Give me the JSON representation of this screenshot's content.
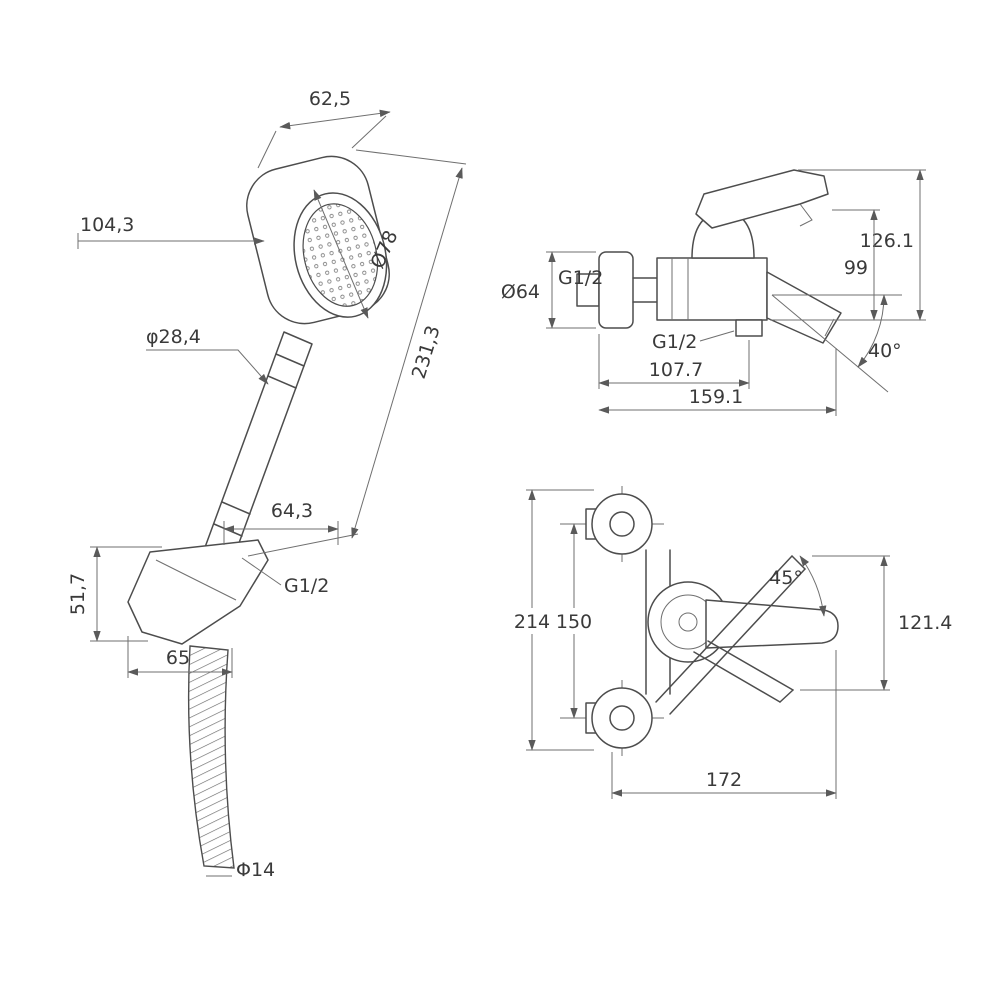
{
  "meta": {
    "background_color": "#ffffff",
    "outline_color": "#4d4d4d",
    "dimension_line_color": "#6f6f6f",
    "text_color": "#3a3a3a",
    "drawing_type": "bath-mixer-with-hand-shower-dimension-drawing"
  },
  "hand_shower_view": {
    "head_width": "62,5",
    "head_offset": "104,3",
    "face_diameter": "Ø78",
    "handle_diameter": "φ28,4",
    "shower_length": "231,3",
    "lower_length": "64,3",
    "thread": "G1/2",
    "bracket_height": "51,7",
    "bracket_width": "65",
    "hose_diameter": "Φ14"
  },
  "side_view": {
    "flange_diameter": "Ø64",
    "inlet_thread": "G1/2",
    "total_height": "126.1",
    "upper_height": "99",
    "outlet_thread": "G1/2",
    "outlet_offset": "107.7",
    "spout_angle": "40°",
    "total_depth": "159.1"
  },
  "front_view": {
    "overall_height": "214",
    "centers_distance": "150",
    "handle_swing_angle": "45°",
    "body_height": "121.4",
    "overall_width": "172"
  }
}
